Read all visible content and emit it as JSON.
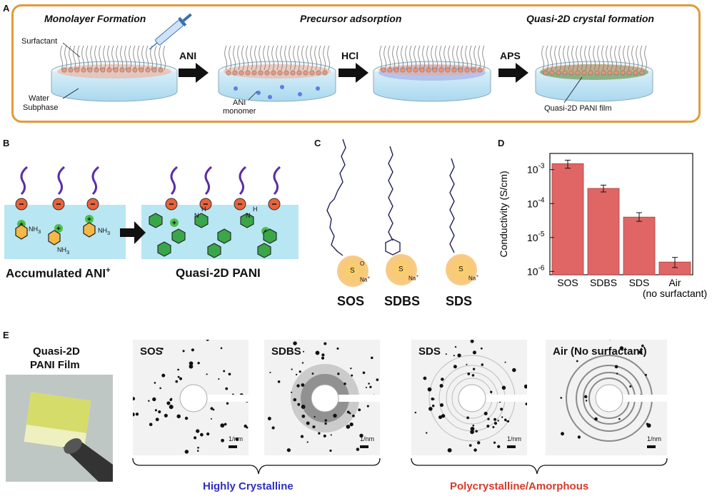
{
  "panel_a": {
    "letter": "A",
    "stages": [
      "Monolayer Formation",
      "Precursor adsorption",
      "Quasi-2D crystal formation"
    ],
    "labels": {
      "surfactant": "Surfactant",
      "water": "Water",
      "subphase": "Subphase",
      "ani_monomer_1": "ANI",
      "ani_monomer_2": "monomer",
      "film": "Quasi-2D PANI film"
    },
    "steps": [
      "ANI",
      "HCl",
      "APS"
    ],
    "border_color": "#e39a3c"
  },
  "panel_b": {
    "letter": "B",
    "left_label": "Accumulated ANI",
    "left_sup": "+",
    "right_label": "Quasi-2D PANI",
    "chem": {
      "nh3": "NH",
      "nh3_sub": "3",
      "n": "N",
      "h": "H",
      "plus": "+",
      "minus": "−"
    }
  },
  "panel_c": {
    "letter": "C",
    "surfactants": [
      "SOS",
      "SDBS",
      "SDS"
    ],
    "head": {
      "s": "S",
      "o": "O",
      "ominus": "O",
      "minus": "−",
      "na": "Na",
      "na_sup": "+"
    }
  },
  "panel_d": {
    "letter": "D",
    "chart_data": {
      "type": "bar",
      "categories": [
        "SOS",
        "SDBS",
        "SDS",
        "Air\n(no surfactant)"
      ],
      "category_lines": [
        [
          "SOS"
        ],
        [
          "SDBS"
        ],
        [
          "SDS"
        ],
        [
          "Air",
          "(no surfactant)"
        ]
      ],
      "values": [
        0.0015,
        0.00028,
        4e-05,
        1.9e-06
      ],
      "errors_low": [
        0.0011,
        0.00022,
        3e-05,
        1.3e-06
      ],
      "errors_high": [
        0.0019,
        0.00035,
        5.4e-05,
        2.6e-06
      ],
      "ylabel": "Conductivity (S/cm)",
      "yscale": "log",
      "ylim": [
        8e-07,
        0.003
      ],
      "yticks": [
        {
          "base": "10",
          "exp": "-6",
          "v": 1e-06
        },
        {
          "base": "10",
          "exp": "-5",
          "v": 1e-05
        },
        {
          "base": "10",
          "exp": "-4",
          "v": 0.0001
        },
        {
          "base": "10",
          "exp": "-3",
          "v": 0.001
        }
      ],
      "bar_color": "#e06666",
      "grid": false
    }
  },
  "panel_e": {
    "letter": "E",
    "film_label_1": "Quasi-2D",
    "film_label_2": "PANI Film",
    "patterns": [
      "SOS",
      "SDBS",
      "SDS",
      "Air (No surfactant)"
    ],
    "scale_label": "1/nm",
    "group_left": "Highly Crystalline",
    "group_right": "Polycrystalline/Amorphous",
    "color_left": "#2e2ec0",
    "color_right": "#d63b2b"
  }
}
